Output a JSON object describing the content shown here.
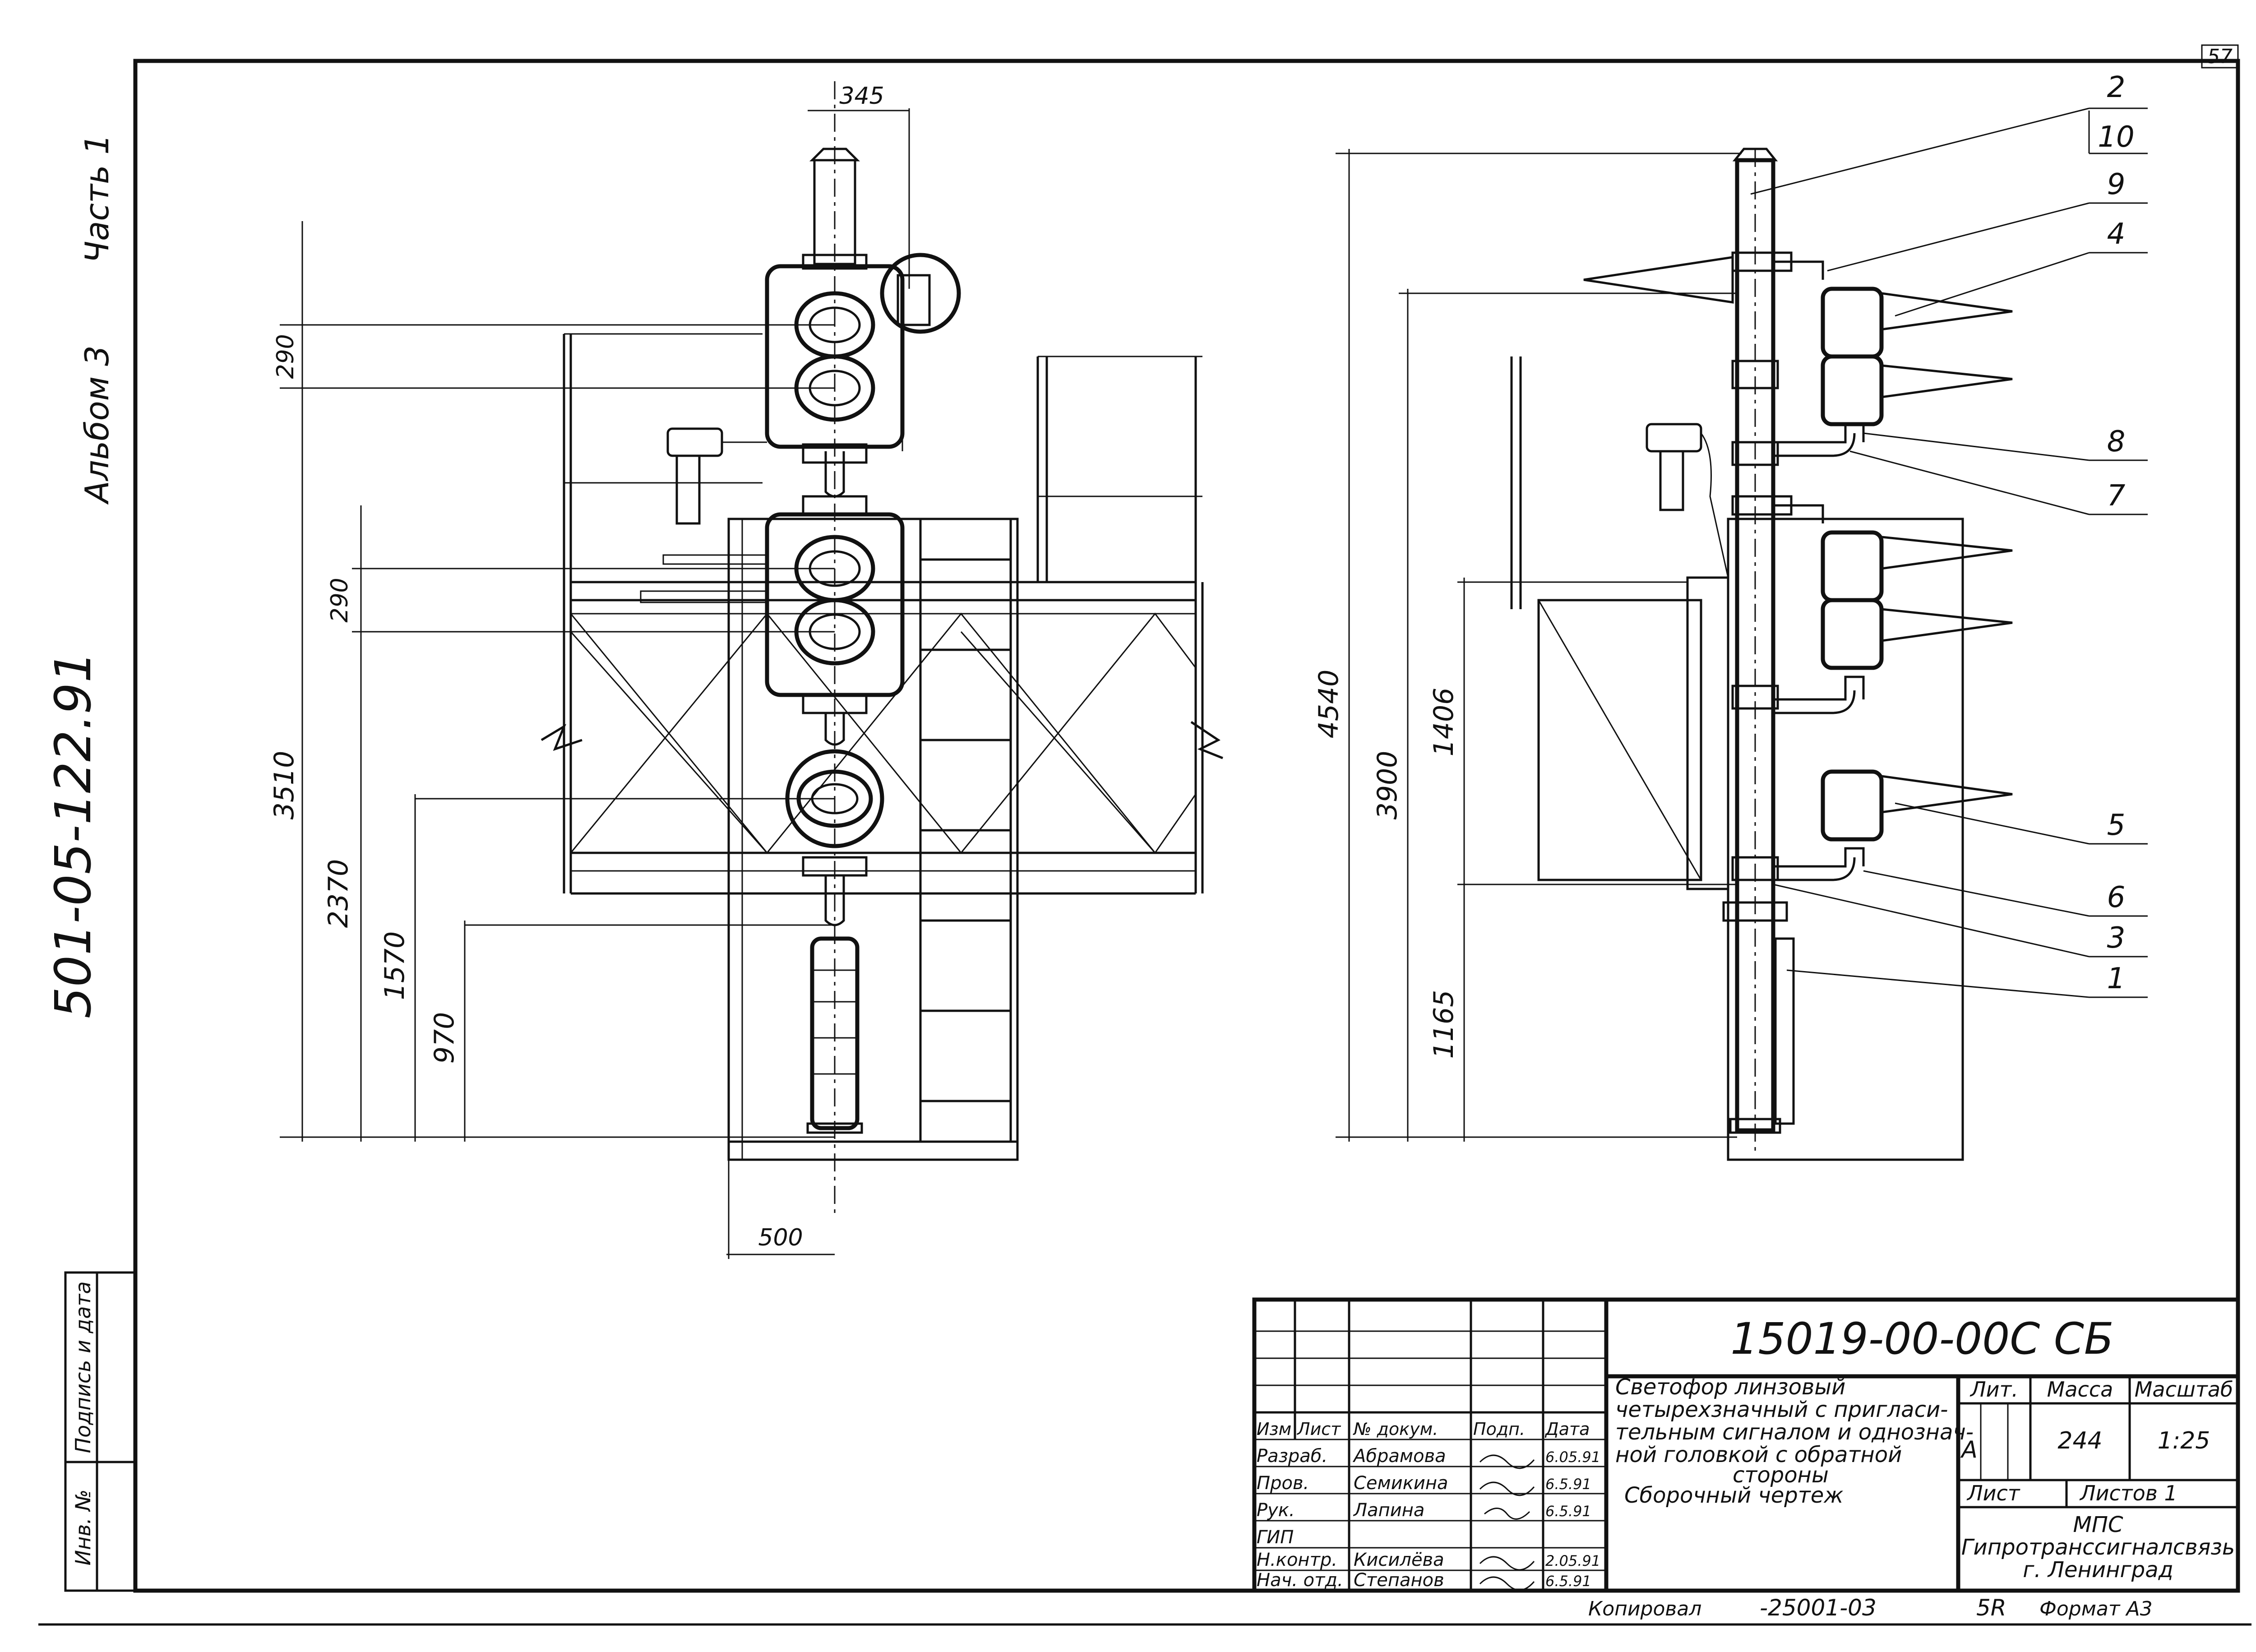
{
  "sheet_number": "57",
  "side_labels": {
    "part": "Часть 1",
    "album": "Альбом 3",
    "doc_code": "501-05-122.91",
    "sign_date": "Подпись и дата",
    "inv_no": "Инв. №"
  },
  "left_view": {
    "dimensions": {
      "top_width": "345",
      "bottom_width": "500",
      "d290_a": "290",
      "d290_b": "290",
      "d3510": "3510",
      "d2370": "2370",
      "d1570": "1570",
      "d970": "970"
    }
  },
  "right_view": {
    "dimensions": {
      "d4540": "4540",
      "d3900": "3900",
      "d1406": "1406",
      "d1165": "1165"
    },
    "callouts": [
      "2",
      "10",
      "9",
      "4",
      "8",
      "7",
      "5",
      "6",
      "3",
      "1"
    ]
  },
  "title_block": {
    "designation": "15019-00-00С СБ",
    "title_lines": [
      "Светофор линзовый",
      "четырехзначный с пригласи-",
      "тельным сигналом и однознач-",
      "ной головкой с обратной",
      "стороны"
    ],
    "drawing_type": "Сборочный чертеж",
    "col_headers": [
      "Изм",
      "Лист",
      "№ докум.",
      "Подп.",
      "Дата"
    ],
    "rows": [
      {
        "role": "Разраб.",
        "name": "Абрамова",
        "date": "6.05.91"
      },
      {
        "role": "Пров.",
        "name": "Семикина",
        "date": "6.5.91"
      },
      {
        "role": "Рук.",
        "name": "Лапина",
        "date": "6.5.91"
      },
      {
        "role": "ГИП",
        "name": "",
        "date": ""
      },
      {
        "role": "Н.контр.",
        "name": "Кисилёва",
        "date": "2.05.91"
      },
      {
        "role": "Нач. отд.",
        "name": "Степанов",
        "date": "6.5.91"
      }
    ],
    "lit_label": "Лит.",
    "mass_label": "Масса",
    "scale_label": "Масштаб",
    "lit_value": "А",
    "mass_value": "244",
    "scale_value": "1:25",
    "sheet_label": "Лист",
    "sheets_label": "Листов 1",
    "org_lines": [
      "МПС",
      "Гипротранссигналсвязь",
      "г. Ленинград"
    ]
  },
  "footer": {
    "copied": "Копировал",
    "order": "-25001-03",
    "sheet_code": "5R",
    "format": "Формат А3"
  }
}
